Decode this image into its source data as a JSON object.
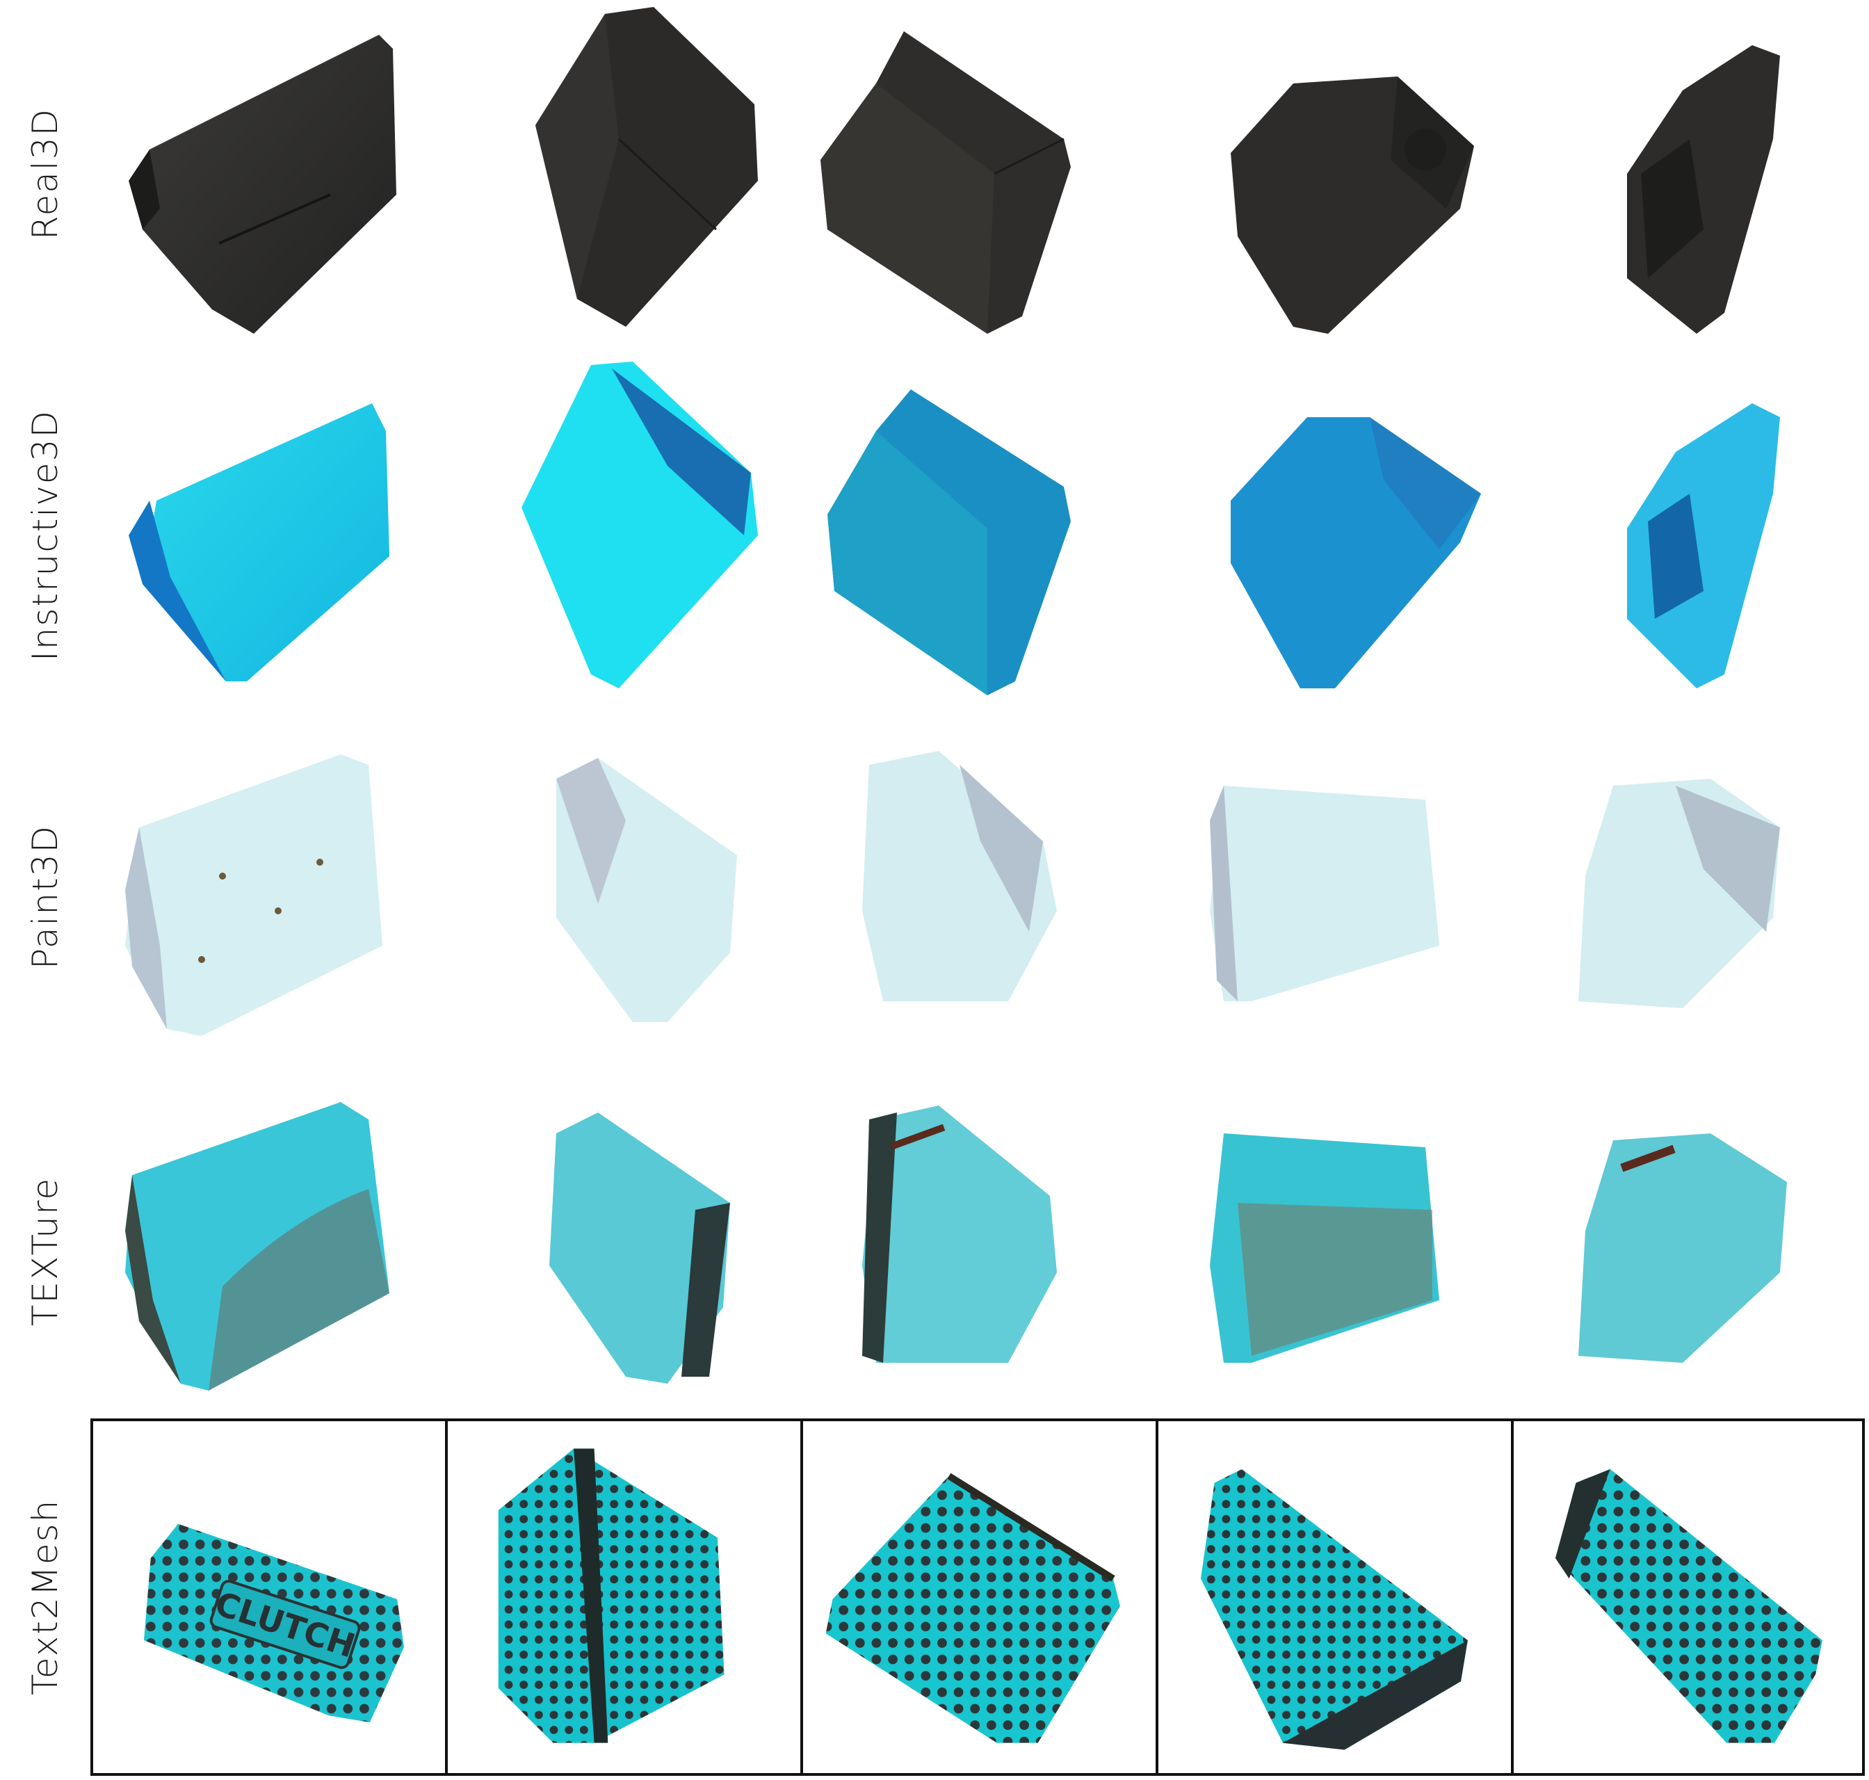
{
  "rows": [
    {
      "label": "Real3D",
      "style": "black"
    },
    {
      "label": "Instructive3D",
      "style": "cyan"
    },
    {
      "label": "Paint3D",
      "style": "paint"
    },
    {
      "label": "TEXTure",
      "style": "texture"
    },
    {
      "label": "Text2Mesh",
      "style": "t2m"
    }
  ],
  "views_per_row": 5,
  "bag_print_text": "CLUTCH",
  "colors": {
    "black": "#2b2a28",
    "cyan": "#1fd3e6",
    "paint": "#cfeef0",
    "texture": "#3ec7d6",
    "t2m": "#1bb9c4"
  }
}
